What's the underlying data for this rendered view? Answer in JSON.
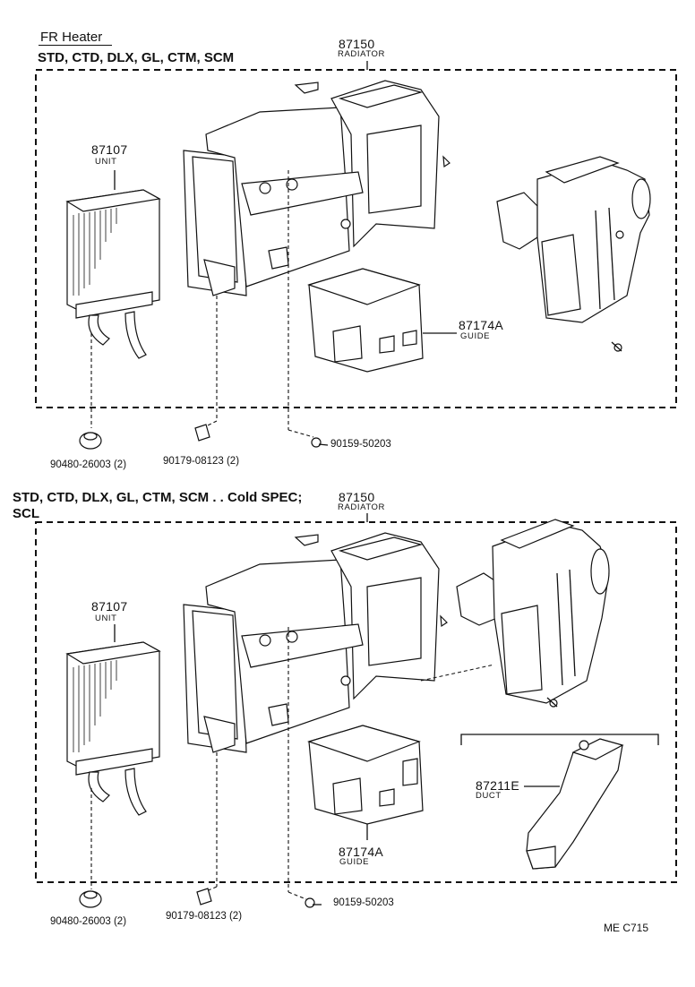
{
  "header": {
    "section_title": "FR  Heater",
    "variant_1": "STD, CTD, DLX, GL, CTM, SCM",
    "variant_2_line1": "STD, CTD, DLX, GL, CTM, SCM . . Cold SPEC;",
    "variant_2_line2": "SCL"
  },
  "diagram_1": {
    "radiator_num": "87150",
    "radiator_name": "RADIATOR",
    "unit_num": "87107",
    "unit_name": "UNIT",
    "guide_num": "87174A",
    "guide_name": "GUIDE",
    "grommet_part": "90480-26003 (2)",
    "clip_part": "90179-08123 (2)",
    "screw_part": "90159-50203"
  },
  "diagram_2": {
    "radiator_num": "87150",
    "radiator_name": "RADIATOR",
    "unit_num": "87107",
    "unit_name": "UNIT",
    "guide_num": "87174A",
    "guide_name": "GUIDE",
    "duct_num": "87211E",
    "duct_name": "DUCT",
    "grommet_part": "90480-26003 (2)",
    "clip_part": "90179-08123 (2)",
    "screw_part": "90159-50203"
  },
  "footer": {
    "code": "ME  C715"
  }
}
